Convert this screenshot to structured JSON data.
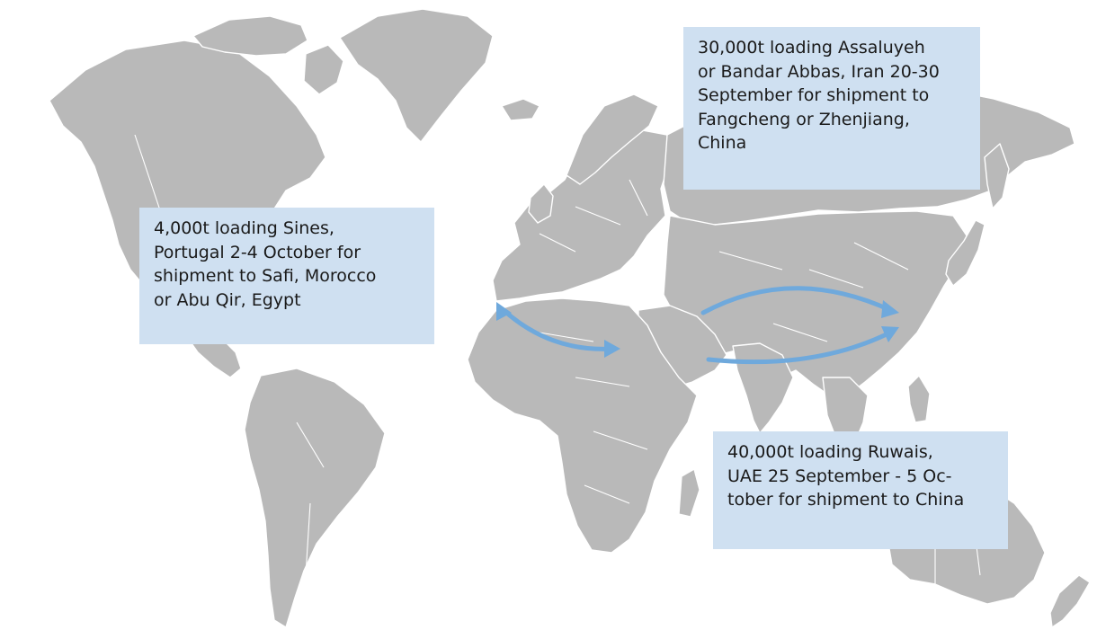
{
  "callouts": {
    "iran": "30,000t loading Assaluyeh\nor Bandar Abbas, Iran 20-30\nSeptember for shipment to\nFangcheng or Zhenjiang,\nChina",
    "portugal": "4,000t loading Sines,\nPortugal 2-4 October for\nshipment to Safi, Morocco\nor Abu Qir, Egypt",
    "uae": "40,000t loading Ruwais,\nUAE 25 September - 5 Oc-\ntober for shipment to China"
  },
  "colors": {
    "land": "#b9b9b9",
    "route": "#6fa9dc",
    "callout_background": "#cfe0f1"
  }
}
